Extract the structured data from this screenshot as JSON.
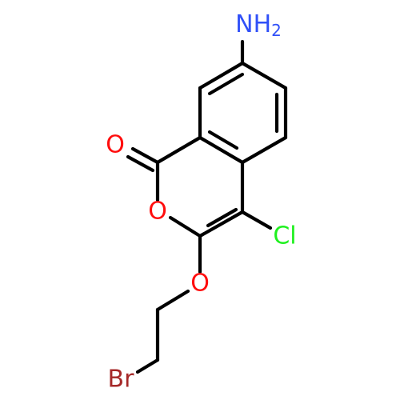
{
  "molecule": {
    "atoms": {
      "amine": {
        "text": "NH",
        "subscript": "2",
        "color": "#3050F8"
      },
      "carbonyl_o": {
        "text": "O",
        "color": "#FF0D0D"
      },
      "ring_o": {
        "text": "O",
        "color": "#FF0D0D"
      },
      "ether_o": {
        "text": "O",
        "color": "#FF0D0D"
      },
      "chlorine": {
        "text": "Cl",
        "color": "#1FF01F"
      },
      "bromine": {
        "text": "Br",
        "color": "#A62929"
      }
    },
    "bond_color": "#000000"
  }
}
